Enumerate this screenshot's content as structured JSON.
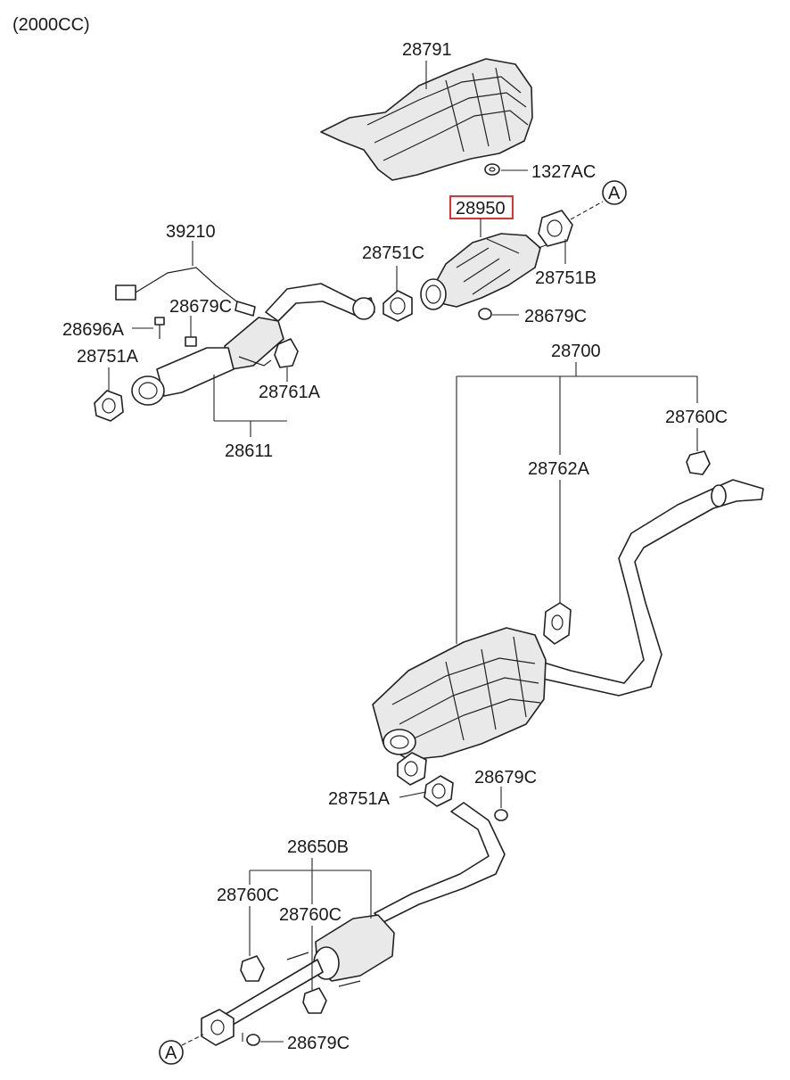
{
  "header": {
    "engine": "(2000CC)"
  },
  "highlight_color": "#e53030",
  "labels": {
    "p28791": "28791",
    "p1327AC": "1327AC",
    "p28950": "28950",
    "p28751B": "28751B",
    "p28679C_top": "28679C",
    "p28751C": "28751C",
    "p39210": "39210",
    "p28679C_left": "28679C",
    "p28696A": "28696A",
    "p28751A_left": "28751A",
    "p28761A": "28761A",
    "p28611": "28611",
    "p28700": "28700",
    "p28760C_right": "28760C",
    "p28762A": "28762A",
    "p28679C_mid": "28679C",
    "p28751A_mid": "28751A",
    "p28650B": "28650B",
    "p28760C_low1": "28760C",
    "p28760C_low2": "28760C",
    "p28679C_bottom": "28679C"
  },
  "refs": {
    "a_top": "A",
    "a_bottom": "A"
  },
  "highlighted_part": "28950"
}
